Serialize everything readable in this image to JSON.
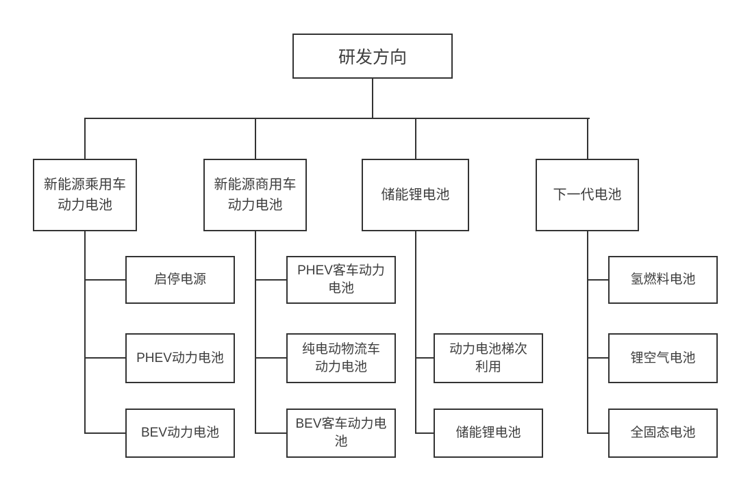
{
  "diagram": {
    "title": "研发方向",
    "root": {
      "label": "研发方向"
    },
    "branches": [
      {
        "label": "新能源乘用车\n动力电池",
        "children": [
          {
            "label": "启停电源"
          },
          {
            "label": "PHEV动力电池"
          },
          {
            "label": "BEV动力电池"
          }
        ]
      },
      {
        "label": "新能源商用车\n动力电池",
        "children": [
          {
            "label": "PHEV客车动力\n电池"
          },
          {
            "label": "纯电动物流车\n动力电池"
          },
          {
            "label": "BEV客车动力电\n池"
          }
        ]
      },
      {
        "label": "储能锂电池",
        "children": [
          {
            "label": "动力电池梯次\n利用"
          },
          {
            "label": "储能锂电池"
          }
        ]
      },
      {
        "label": "下一代电池",
        "children": [
          {
            "label": "氢燃料电池"
          },
          {
            "label": "锂空气电池"
          },
          {
            "label": "全固态电池"
          }
        ]
      }
    ],
    "colors": {
      "line": "#333333",
      "text": "#3d3d3d",
      "background": "#ffffff"
    }
  }
}
